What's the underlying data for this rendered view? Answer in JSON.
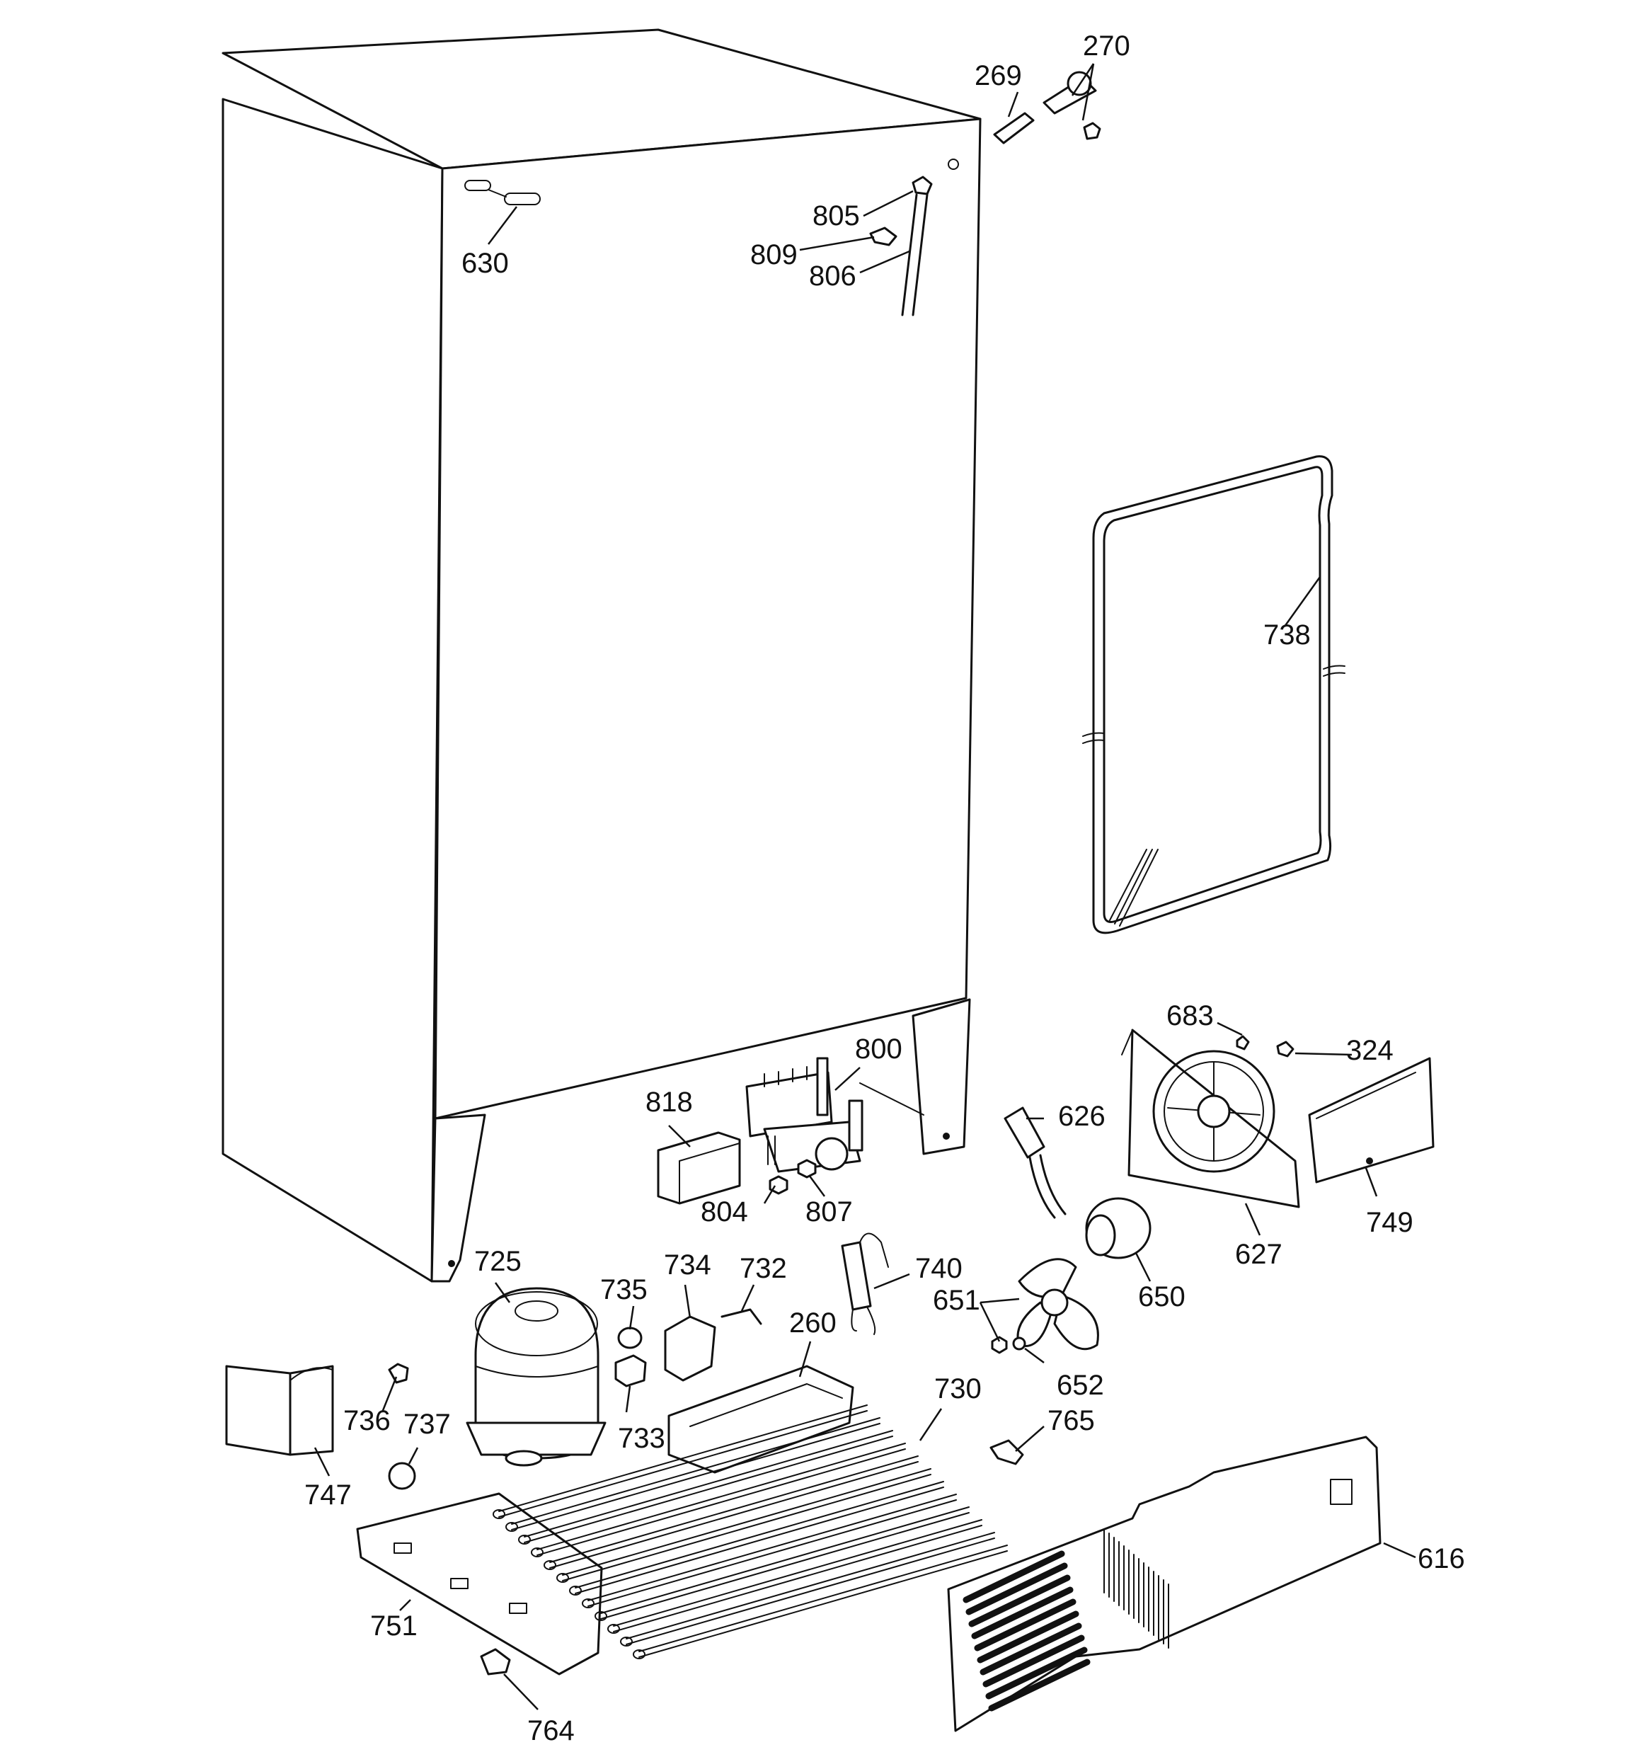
{
  "parts": [
    {
      "id": "p630",
      "number": "630"
    },
    {
      "id": "p269",
      "number": "269"
    },
    {
      "id": "p270",
      "number": "270"
    },
    {
      "id": "p805",
      "number": "805"
    },
    {
      "id": "p809",
      "number": "809"
    },
    {
      "id": "p806",
      "number": "806"
    },
    {
      "id": "p738",
      "number": "738"
    },
    {
      "id": "p683",
      "number": "683"
    },
    {
      "id": "p324",
      "number": "324"
    },
    {
      "id": "p800",
      "number": "800"
    },
    {
      "id": "p818",
      "number": "818"
    },
    {
      "id": "p626",
      "number": "626"
    },
    {
      "id": "p804",
      "number": "804"
    },
    {
      "id": "p807",
      "number": "807"
    },
    {
      "id": "p749",
      "number": "749"
    },
    {
      "id": "p627",
      "number": "627"
    },
    {
      "id": "p725",
      "number": "725"
    },
    {
      "id": "p734",
      "number": "734"
    },
    {
      "id": "p732",
      "number": "732"
    },
    {
      "id": "p740",
      "number": "740"
    },
    {
      "id": "p735",
      "number": "735"
    },
    {
      "id": "p650",
      "number": "650"
    },
    {
      "id": "p651",
      "number": "651"
    },
    {
      "id": "p260",
      "number": "260"
    },
    {
      "id": "p730",
      "number": "730"
    },
    {
      "id": "p652",
      "number": "652"
    },
    {
      "id": "p736",
      "number": "736"
    },
    {
      "id": "p737",
      "number": "737"
    },
    {
      "id": "p733",
      "number": "733"
    },
    {
      "id": "p765",
      "number": "765"
    },
    {
      "id": "p747",
      "number": "747"
    },
    {
      "id": "p616",
      "number": "616"
    },
    {
      "id": "p751",
      "number": "751"
    },
    {
      "id": "p764",
      "number": "764"
    }
  ]
}
